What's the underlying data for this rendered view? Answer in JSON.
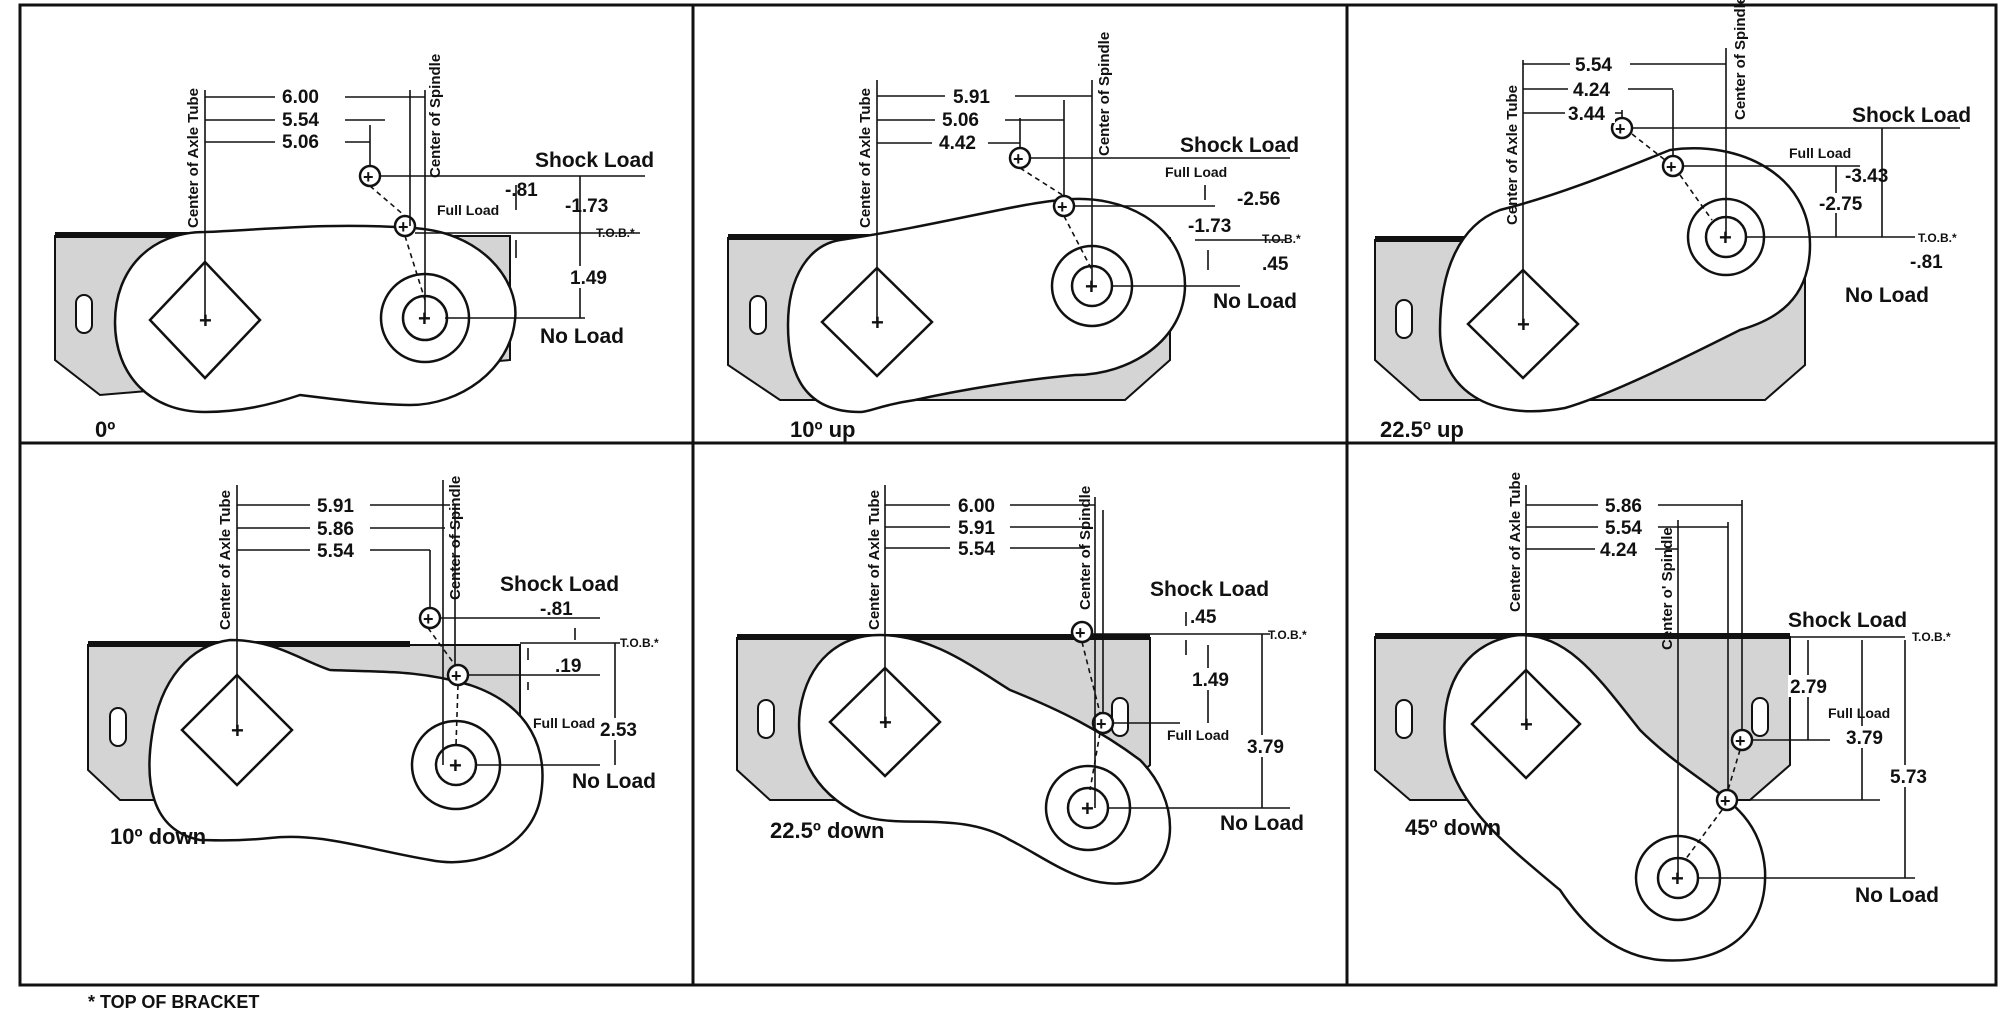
{
  "panels": [
    {
      "angle": "0º",
      "dims_h": [
        "6.00",
        "5.54",
        "5.06"
      ],
      "dims_v": [
        "-.81",
        "-1.73",
        "1.49"
      ],
      "labels": {
        "axle": "Center of Axle Tube",
        "spindle": "Center of Spindle",
        "shock": "Shock Load",
        "full": "Full Load",
        "tob": "T.O.B.*",
        "noload": "No Load"
      }
    },
    {
      "angle": "10º up",
      "dims_h": [
        "5.91",
        "5.06",
        "4.42"
      ],
      "dims_v": [
        "-2.56",
        "-1.73",
        ".45"
      ],
      "labels": {
        "axle": "Center of Axle Tube",
        "spindle": "Center of Spindle",
        "shock": "Shock Load",
        "full": "Full Load",
        "tob": "T.O.B.*",
        "noload": "No Load"
      }
    },
    {
      "angle": "22.5º up",
      "dims_h": [
        "5.54",
        "4.24",
        "3.44"
      ],
      "dims_v": [
        "-3.43",
        "-2.75",
        "-.81"
      ],
      "labels": {
        "axle": "Center of Axle Tube",
        "spindle": "Center of Spindle",
        "shock": "Shock Load",
        "full": "Full Load",
        "tob": "T.O.B.*",
        "noload": "No Load"
      }
    },
    {
      "angle": "10º down",
      "dims_h": [
        "5.91",
        "5.86",
        "5.54"
      ],
      "dims_v": [
        "-.81",
        ".19",
        "2.53"
      ],
      "labels": {
        "axle": "Center of Axle Tube",
        "spindle": "Center of Spindle",
        "shock": "Shock Load",
        "full": "Full Load",
        "tob": "T.O.B.*",
        "noload": "No Load"
      }
    },
    {
      "angle": "22.5º down",
      "dims_h": [
        "6.00",
        "5.91",
        "5.54"
      ],
      "dims_v": [
        ".45",
        "1.49",
        "3.79"
      ],
      "labels": {
        "axle": "Center of Axle Tube",
        "spindle": "Center of Spindle",
        "shock": "Shock Load",
        "full": "Full Load",
        "tob": "T.O.B.*",
        "noload": "No Load"
      }
    },
    {
      "angle": "45º down",
      "dims_h": [
        "5.86",
        "5.54",
        "4.24"
      ],
      "dims_v": [
        "2.79",
        "3.79",
        "5.73"
      ],
      "labels": {
        "axle": "Center of Axle Tube",
        "spindle": "Center o' Spindle",
        "shock": "Shock Load",
        "full": "Full Load",
        "tob": "T.O.B.*",
        "noload": "No Load"
      }
    }
  ],
  "footnote": "* TOP OF BRACKET"
}
